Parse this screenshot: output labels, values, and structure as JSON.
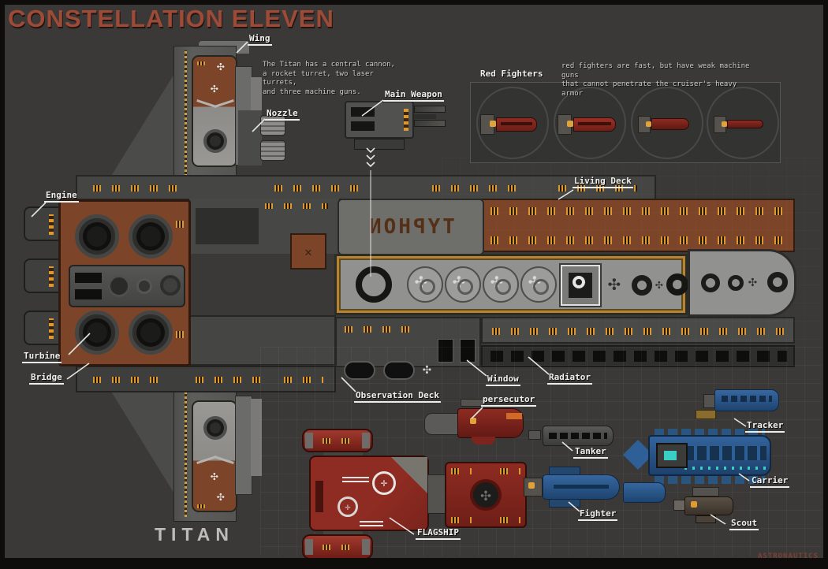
{
  "title": "CONSTELLATION ELEVEN",
  "watermark": "ASTRONAUTICS",
  "main_ship": {
    "name": "TITAN",
    "hull_text": "TYPHON",
    "note": "The Titan has a central cannon,\na rocket turret, two laser turrets,\nand three machine guns.",
    "labels": {
      "wing": "Wing",
      "nozzle": "Nozzle",
      "main_weapon": "Main Weapon",
      "engine": "Engine",
      "turbine": "Turbine",
      "bridge": "Bridge",
      "observation_deck": "Observation Deck",
      "window": "Window",
      "radiator": "Radiator",
      "living_deck": "Living Deck"
    }
  },
  "red_fighters": {
    "label": "Red Fighters",
    "note": "red fighters are fast, but have weak machine guns\nthat cannot penetrate the cruiser's heavy armor",
    "count": 4
  },
  "fleet": {
    "persecutor": "persecutor",
    "tanker": "Tanker",
    "fighter": "Fighter",
    "flagship": "FLAGSHIP",
    "tracker": "Tracker",
    "carrier": "Carrier",
    "scout": "Scout"
  },
  "icons": {
    "fan": "✣",
    "cross": "✛",
    "x_mark": "✕"
  },
  "colors": {
    "background": "#3b3937",
    "frame": "#0f0d0b",
    "title": "#9d4a37",
    "label": "#f0f0ee",
    "rust": "#7c4529",
    "hull_gray": "#454543",
    "spine_gray": "#919190",
    "accent_orange": "#dd9831",
    "gold_trim": "#b8852e",
    "flagship_red": "#8e2b22",
    "fleet_blue": "#2e5f96",
    "teal": "#39cfc6"
  }
}
